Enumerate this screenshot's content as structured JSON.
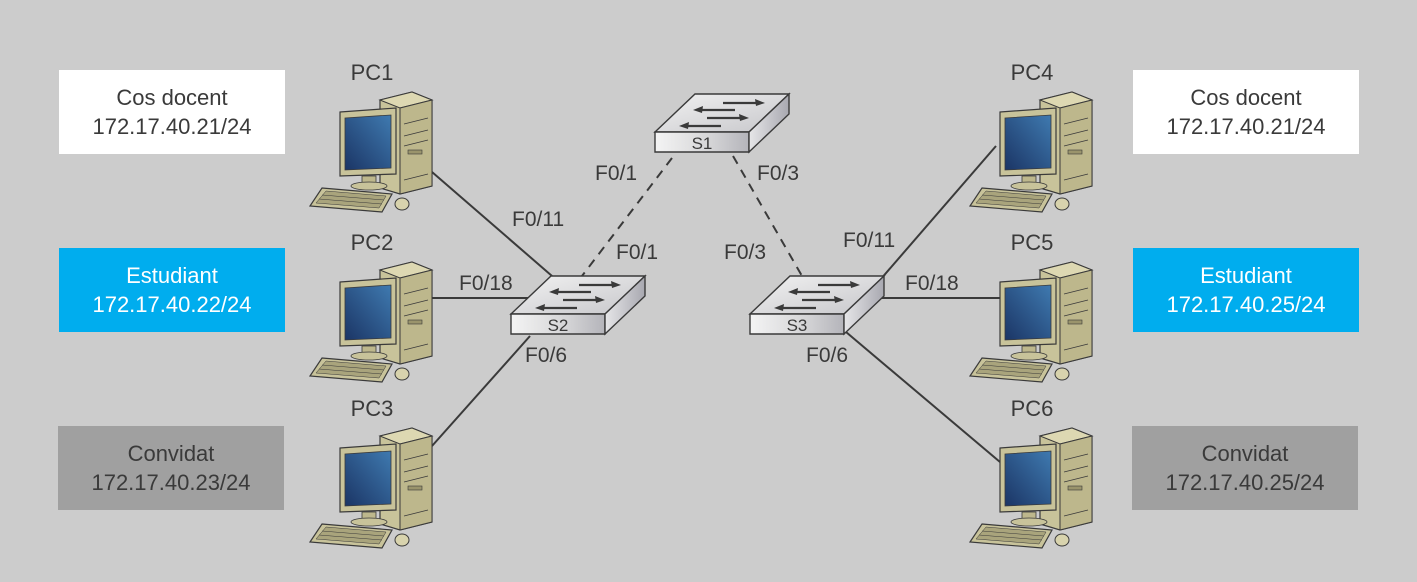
{
  "diagram": {
    "devices": {
      "pcs": [
        {
          "id": "PC1",
          "name": "PC1"
        },
        {
          "id": "PC2",
          "name": "PC2"
        },
        {
          "id": "PC3",
          "name": "PC3"
        },
        {
          "id": "PC4",
          "name": "PC4"
        },
        {
          "id": "PC5",
          "name": "PC5"
        },
        {
          "id": "PC6",
          "name": "PC6"
        }
      ],
      "switches": [
        {
          "id": "S1",
          "name": "S1"
        },
        {
          "id": "S2",
          "name": "S2"
        },
        {
          "id": "S3",
          "name": "S3"
        }
      ]
    },
    "vlan_boxes": [
      {
        "pc": "PC1",
        "title": "Cos docent",
        "ip": "172.17.40.21/24",
        "style": "white"
      },
      {
        "pc": "PC2",
        "title": "Estudiant",
        "ip": "172.17.40.22/24",
        "style": "blue"
      },
      {
        "pc": "PC3",
        "title": "Convidat",
        "ip": "172.17.40.23/24",
        "style": "gray"
      },
      {
        "pc": "PC4",
        "title": "Cos docent",
        "ip": "172.17.40.21/24",
        "style": "white"
      },
      {
        "pc": "PC5",
        "title": "Estudiant",
        "ip": "172.17.40.25/24",
        "style": "blue"
      },
      {
        "pc": "PC6",
        "title": "Convidat",
        "ip": "172.17.40.25/24",
        "style": "gray"
      }
    ],
    "links": [
      {
        "from": "S2",
        "to": "PC1",
        "port": "F0/11",
        "type": "solid"
      },
      {
        "from": "S2",
        "to": "PC2",
        "port": "F0/18",
        "type": "solid"
      },
      {
        "from": "S2",
        "to": "PC3",
        "port": "F0/6",
        "type": "solid"
      },
      {
        "from": "S3",
        "to": "PC4",
        "port": "F0/11",
        "type": "solid"
      },
      {
        "from": "S3",
        "to": "PC5",
        "port": "F0/18",
        "type": "solid"
      },
      {
        "from": "S3",
        "to": "PC6",
        "port": "F0/6",
        "type": "solid"
      },
      {
        "from": "S1",
        "to": "S2",
        "port_a": "F0/1",
        "port_b": "F0/1",
        "type": "dashed"
      },
      {
        "from": "S1",
        "to": "S3",
        "port_a": "F0/3",
        "port_b": "F0/3",
        "type": "dashed"
      }
    ],
    "colors": {
      "background": "#cccccc",
      "white_box": "#ffffff",
      "blue_box": "#00adee",
      "gray_box": "#a0a0a0",
      "text_dark": "#3a3a3a",
      "text_light": "#ffffff"
    }
  }
}
